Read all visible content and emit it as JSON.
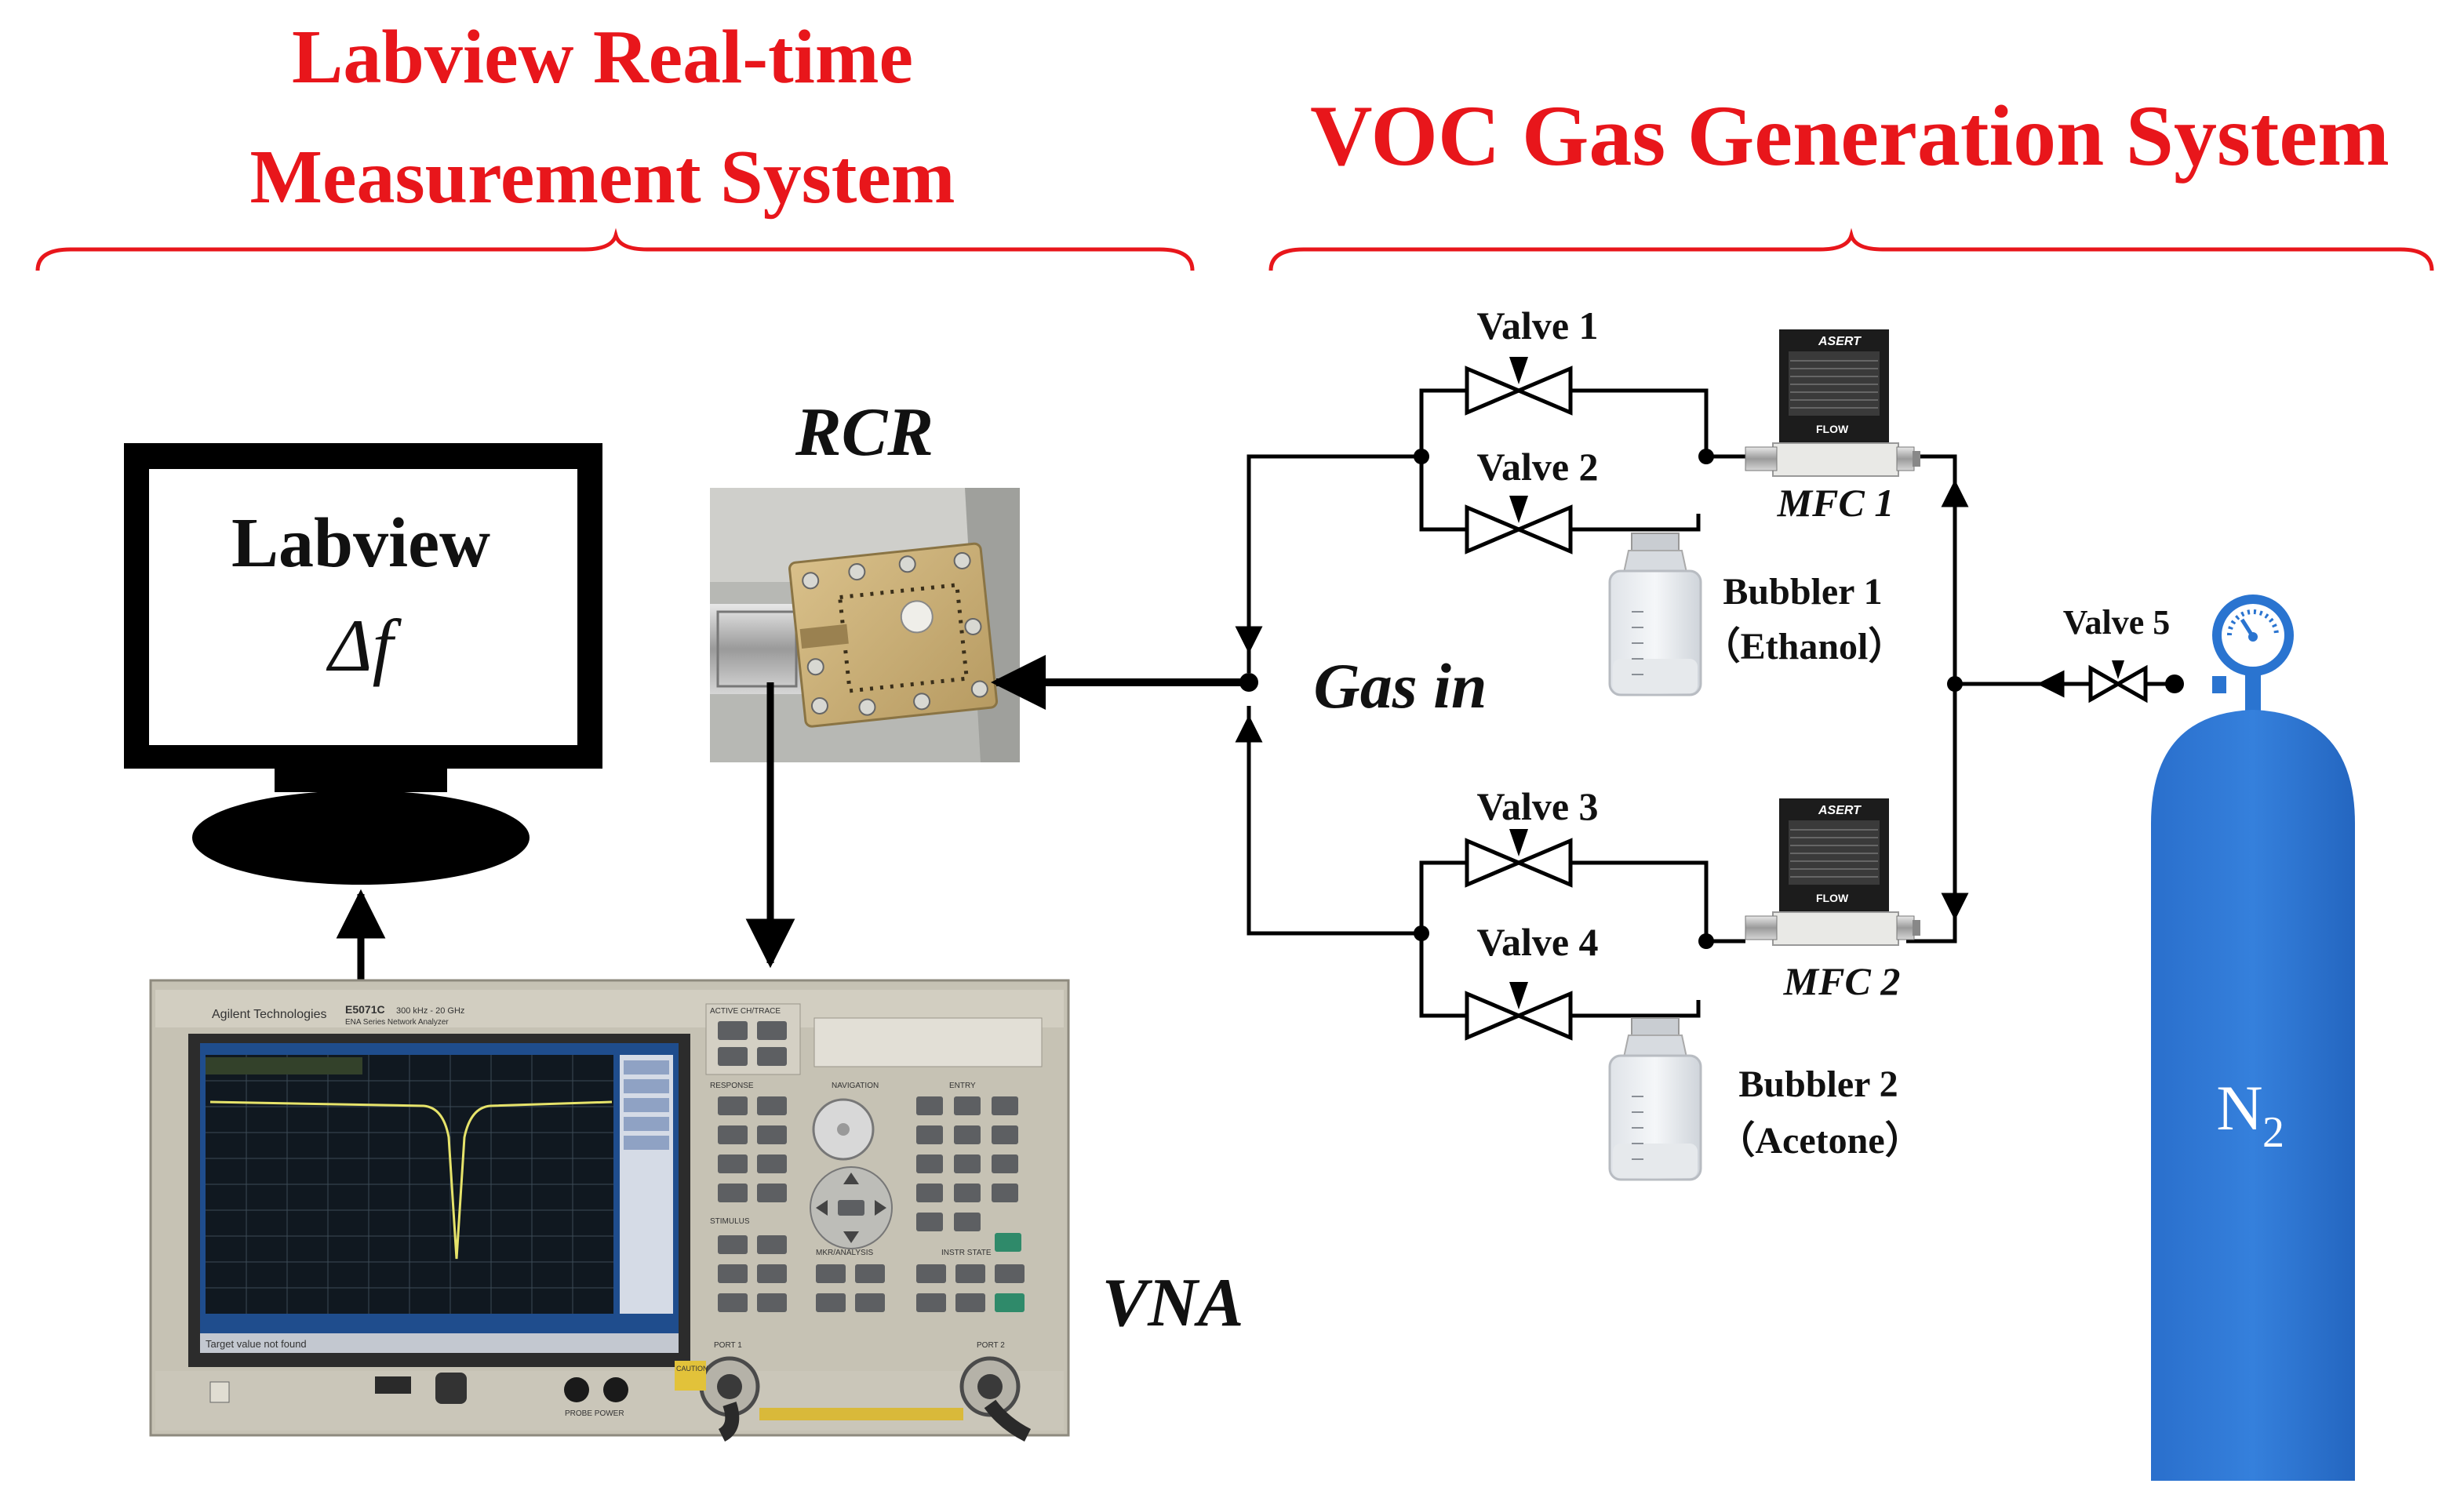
{
  "titles": {
    "left_line1": "Labview Real-time",
    "left_line2": "Measurement System",
    "right": "VOC Gas Generation System"
  },
  "computer": {
    "screen_line1": "Labview",
    "screen_line2": "Δf"
  },
  "rcr": {
    "label": "RCR"
  },
  "vna": {
    "label": "VNA",
    "brand": "Agilent Technologies",
    "model": "E5071C",
    "model_sub": "300 kHz - 20 GHz",
    "series": "ENA Series  Network Analyzer",
    "status_text": "Target value not found",
    "port1": "PORT 1",
    "port2": "PORT 2",
    "probe_power": "PROBE POWER",
    "caution": "CAUTION",
    "sections": {
      "active": "ACTIVE CH/TRACE",
      "response": "RESPONSE",
      "navigation": "NAVIGATION",
      "entry": "ENTRY",
      "stimulus": "STIMULUS",
      "mkr": "MKR/ANALYSIS",
      "instr": "INSTR STATE"
    }
  },
  "gas": {
    "gas_in": "Gas in",
    "valves": [
      "Valve 1",
      "Valve 2",
      "Valve 3",
      "Valve 4",
      "Valve 5"
    ],
    "mfc1": "MFC 1",
    "mfc2": "MFC 2",
    "mfc_brand": "ASERT",
    "mfc_logo": "FLOW",
    "bubbler1": "Bubbler 1",
    "bubbler1_sub": "（Ethanol）",
    "bubbler2": "Bubbler 2",
    "bubbler2_sub": "（Acetone）",
    "n2_main": "N",
    "n2_sub": "2"
  },
  "colors": {
    "title_red": "#e8161b",
    "cylinder_blue": "#2a74d0",
    "line_black": "#000000"
  }
}
